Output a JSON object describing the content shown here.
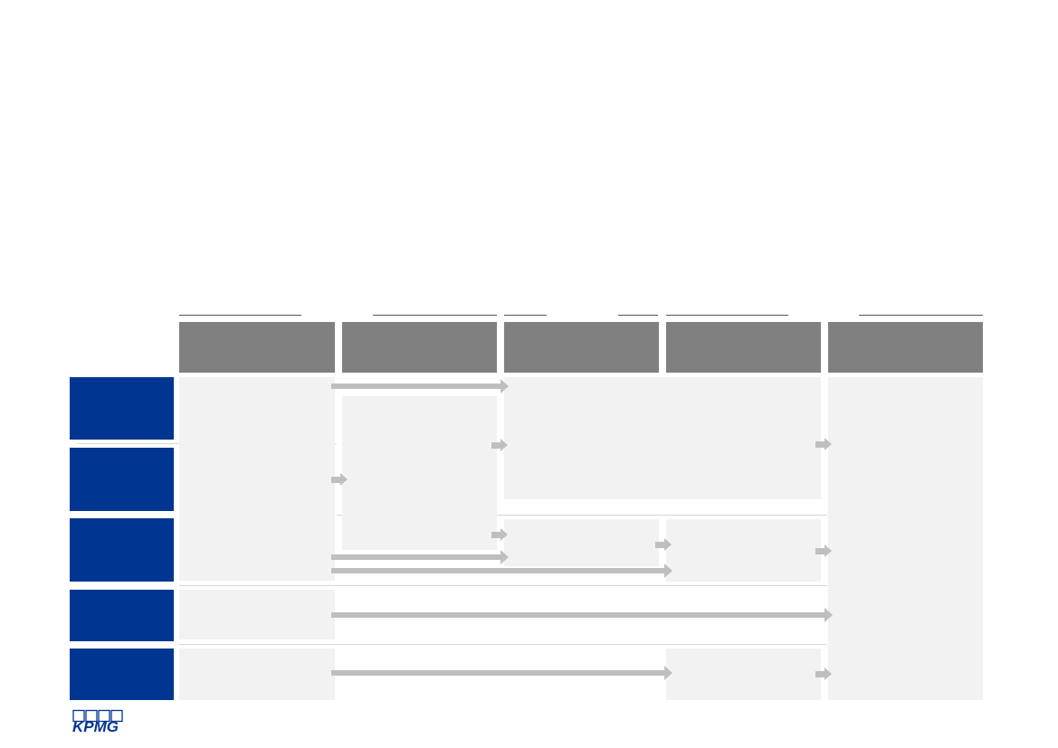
{
  "title": "",
  "columns": [
    {
      "id": "c1",
      "label": ""
    },
    {
      "id": "c2",
      "label": ""
    },
    {
      "id": "c3",
      "label": ""
    },
    {
      "id": "c4",
      "label": ""
    },
    {
      "id": "c5",
      "label": ""
    }
  ],
  "rows": [
    {
      "id": "r1",
      "label": ""
    },
    {
      "id": "r2",
      "label": ""
    },
    {
      "id": "r3",
      "label": ""
    },
    {
      "id": "r4",
      "label": ""
    },
    {
      "id": "r5",
      "label": ""
    }
  ],
  "logo": {
    "text": "KPMG",
    "color": "#003591"
  },
  "colors": {
    "row_label_bg": "#003591",
    "column_header_bg": "#808080",
    "box_bg": "#f2f2f2",
    "arrow": "#bfbfbf"
  }
}
